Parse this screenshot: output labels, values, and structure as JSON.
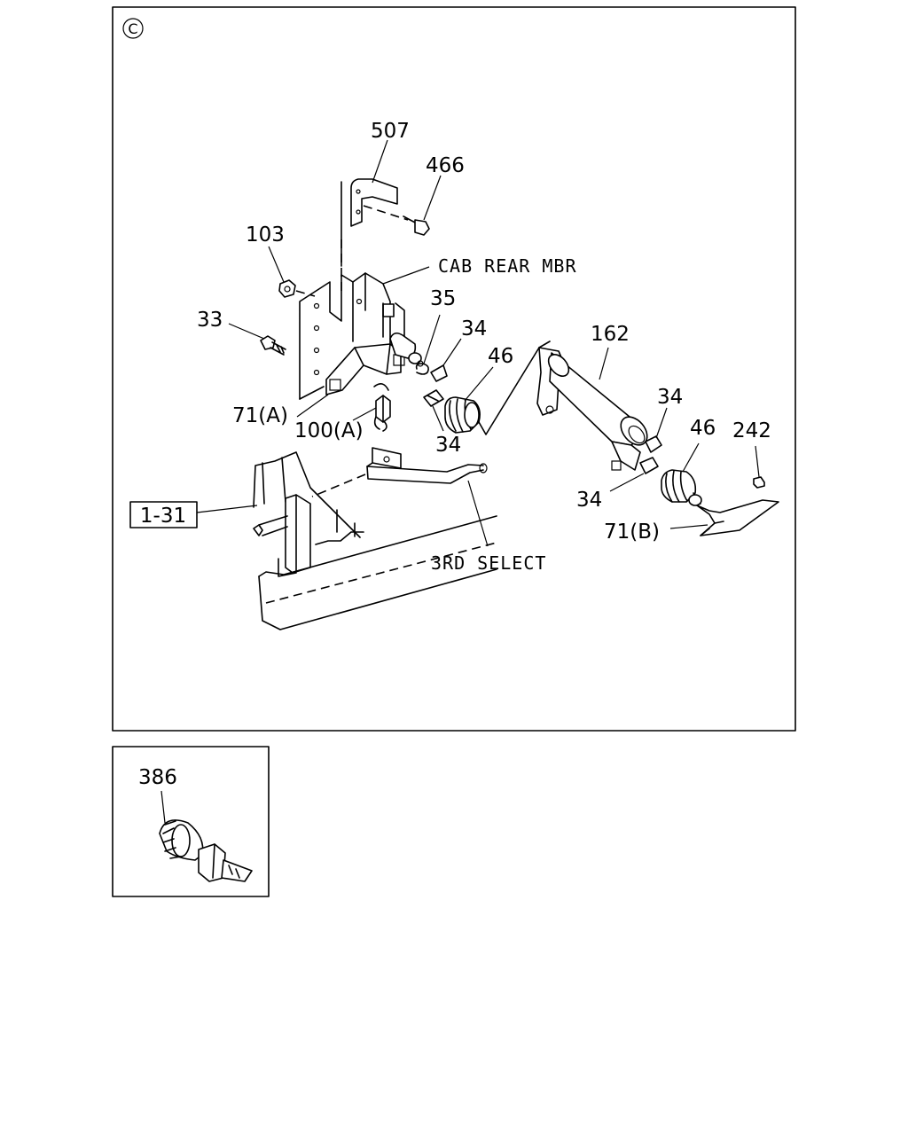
{
  "main_panel": {
    "corner_mark": "C",
    "callouts": {
      "p507": "507",
      "p466": "466",
      "p103": "103",
      "cab_rear_mbr": "CAB REAR MBR",
      "p35": "35",
      "p33": "33",
      "p34_a": "34",
      "p46_a": "46",
      "p162": "162",
      "p71a": "71(A)",
      "p100a": "100(A)",
      "p34_b": "34",
      "p34_c": "34",
      "p46_b": "46",
      "p242": "242",
      "ref_1_31": "1-31",
      "p34_d": "34",
      "p71b": "71(B)",
      "third_select": "3RD SELECT"
    }
  },
  "inset_panel": {
    "callout": "386"
  }
}
